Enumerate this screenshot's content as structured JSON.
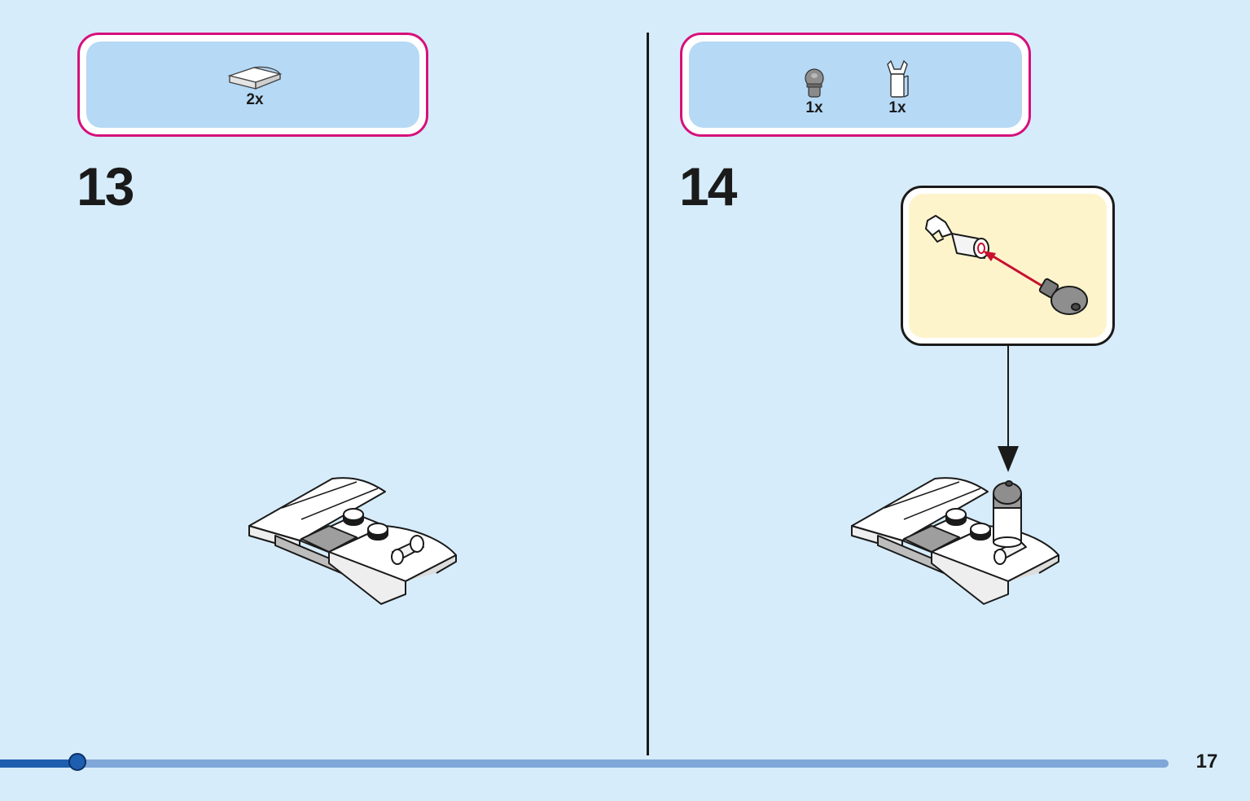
{
  "steps": [
    {
      "number": "13",
      "parts": [
        {
          "icon": "curved-slope-plate-icon",
          "qty": "2x"
        }
      ]
    },
    {
      "number": "14",
      "parts": [
        {
          "icon": "round-stud-connector-icon",
          "qty": "1x"
        },
        {
          "icon": "clip-bar-piece-icon",
          "qty": "1x"
        }
      ]
    }
  ],
  "footer": {
    "page_number": "17",
    "progress": 0.066
  },
  "colors": {
    "background": "#d6ecfa",
    "parts_border": "#d6107c",
    "parts_fill": "#b6d9f5",
    "callout_fill": "#fdf4cc",
    "arrow_red": "#c8102e",
    "progress_fill": "#1d5fae",
    "progress_track": "#7fa7d8"
  }
}
